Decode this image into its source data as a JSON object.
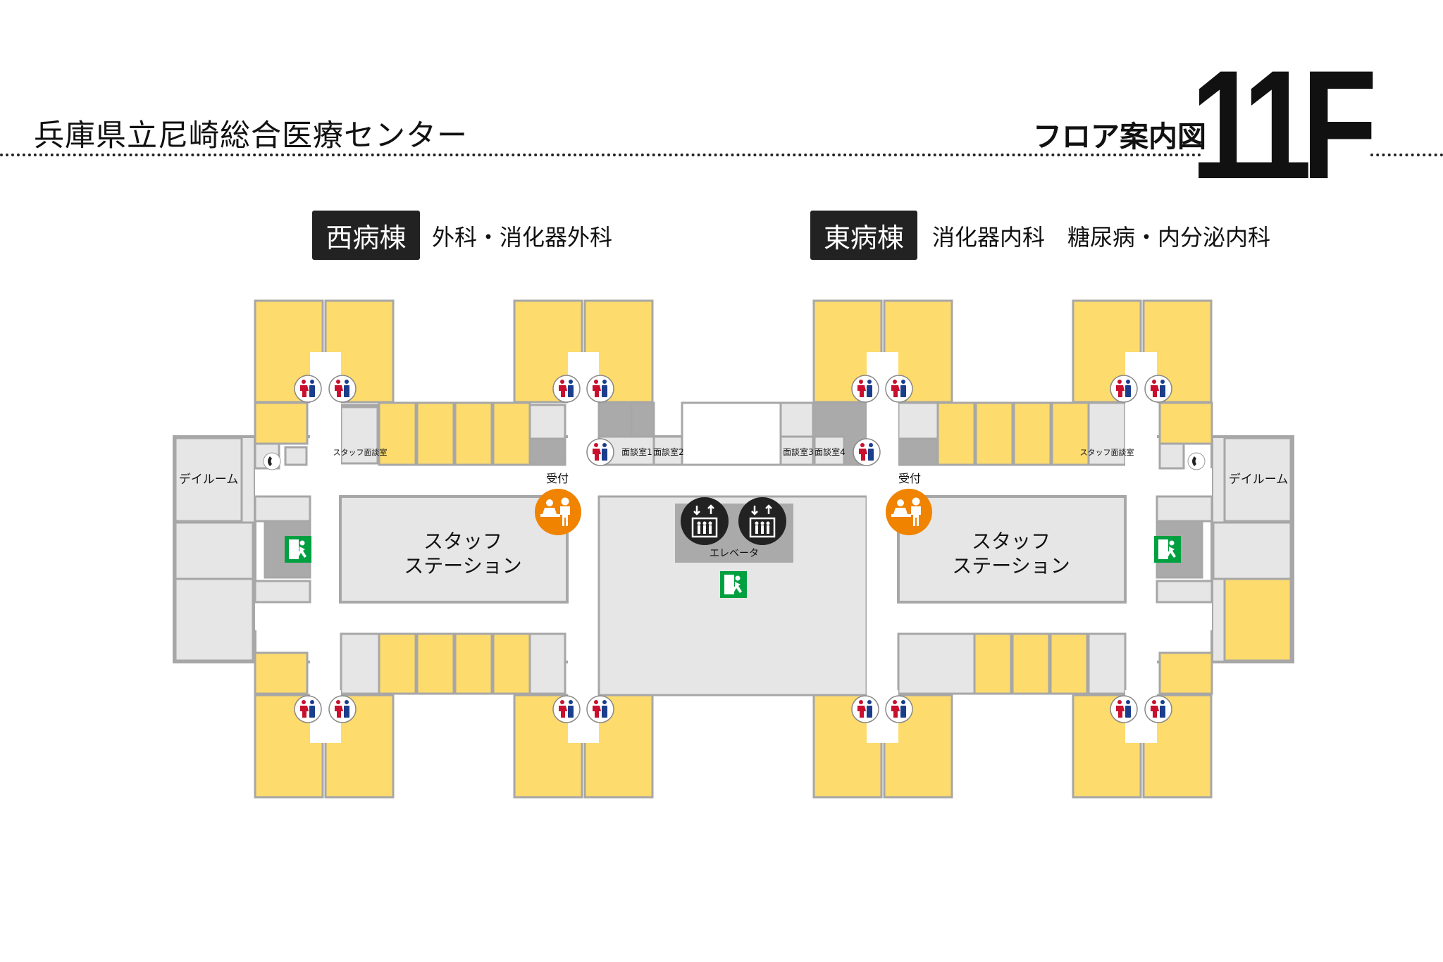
{
  "header": {
    "hospital_name": "兵庫県立尼崎総合医療センター",
    "guide_label": "フロア案内図",
    "floor": "11F"
  },
  "wings": {
    "west": {
      "tag": "西病棟",
      "departments": "外科・消化器外科"
    },
    "east": {
      "tag": "東病棟",
      "departments": "消化器内科　糖尿病・内分泌内科"
    }
  },
  "map": {
    "staff_station": [
      "スタッフ",
      "ステーション"
    ],
    "reception": "受付",
    "dayroom": "デイルーム",
    "elevator": "エレベータ",
    "staff_interview_room": "スタッフ面談室",
    "interview_rooms": [
      "面談室1",
      "面談室2",
      "面談室3",
      "面談室4"
    ]
  },
  "colors": {
    "patient_room": "#fddb6d",
    "facility": "#e6e6e6",
    "dark_facility": "#aaaaaa",
    "wall": "#a7a7a7",
    "reception_icon": "#f08300",
    "elevator_icon": "#222222",
    "exit_sign": "#00a040",
    "restroom_male": "#1a3e8c",
    "restroom_female": "#c8102e"
  }
}
